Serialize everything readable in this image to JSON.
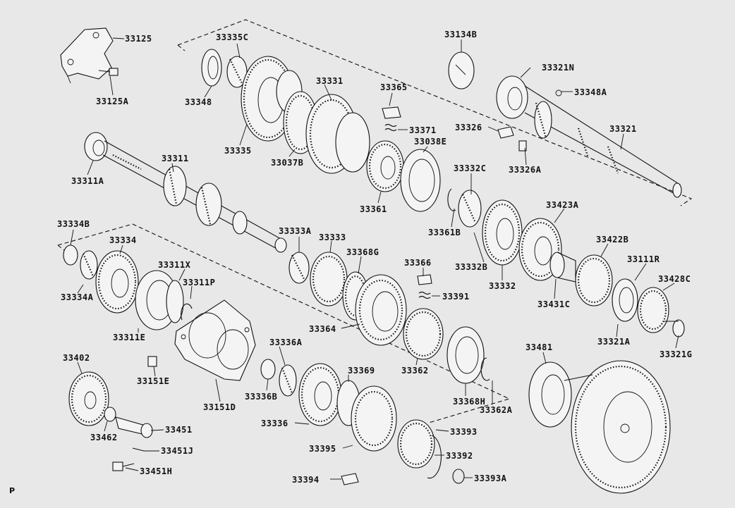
{
  "diagram": {
    "page_letter": "P",
    "parts": {
      "p33125": "33125",
      "p33125A": "33125A",
      "p33335C": "33335C",
      "p33348": "33348",
      "p33335": "33335",
      "p33331": "33331",
      "p33037B": "33037B",
      "p33134B": "33134B",
      "p33321N": "33321N",
      "p33348A": "33348A",
      "p33365": "33365",
      "p33371": "33371",
      "p33326": "33326",
      "p33321": "33321",
      "p33038E": "33038E",
      "p33326A": "33326A",
      "p33311": "33311",
      "p33311A": "33311A",
      "p33332C": "33332C",
      "p33361": "33361",
      "p33361B": "33361B",
      "p33423A": "33423A",
      "p33334B": "33334B",
      "p33334": "33334",
      "p33333A": "33333A",
      "p33333": "33333",
      "p33368G": "33368G",
      "p33422B": "33422B",
      "p33332B": "33332B",
      "p33332": "33332",
      "p33311X": "33311X",
      "p33366": "33366",
      "p33111R": "33111R",
      "p33428C": "33428C",
      "p33334A": "33334A",
      "p33311P": "33311P",
      "p33391": "33391",
      "p33431C": "33431C",
      "p33364": "33364",
      "p33311E": "33311E",
      "p33321A": "33321A",
      "p33321G": "33321G",
      "p33362": "33362",
      "p33481": "33481",
      "p33336A": "33336A",
      "p33402": "33402",
      "p33151E": "33151E",
      "p33369": "33369",
      "p33151D": "33151D",
      "p33336B": "33336B",
      "p33368H": "33368H",
      "p33362A": "33362A",
      "p33336": "33336",
      "p33451": "33451",
      "p33462": "33462",
      "p33393": "33393",
      "p33395": "33395",
      "p33392": "33392",
      "p33451J": "33451J",
      "p33451H": "33451H",
      "p33394": "33394",
      "p33393A": "33393A"
    }
  }
}
